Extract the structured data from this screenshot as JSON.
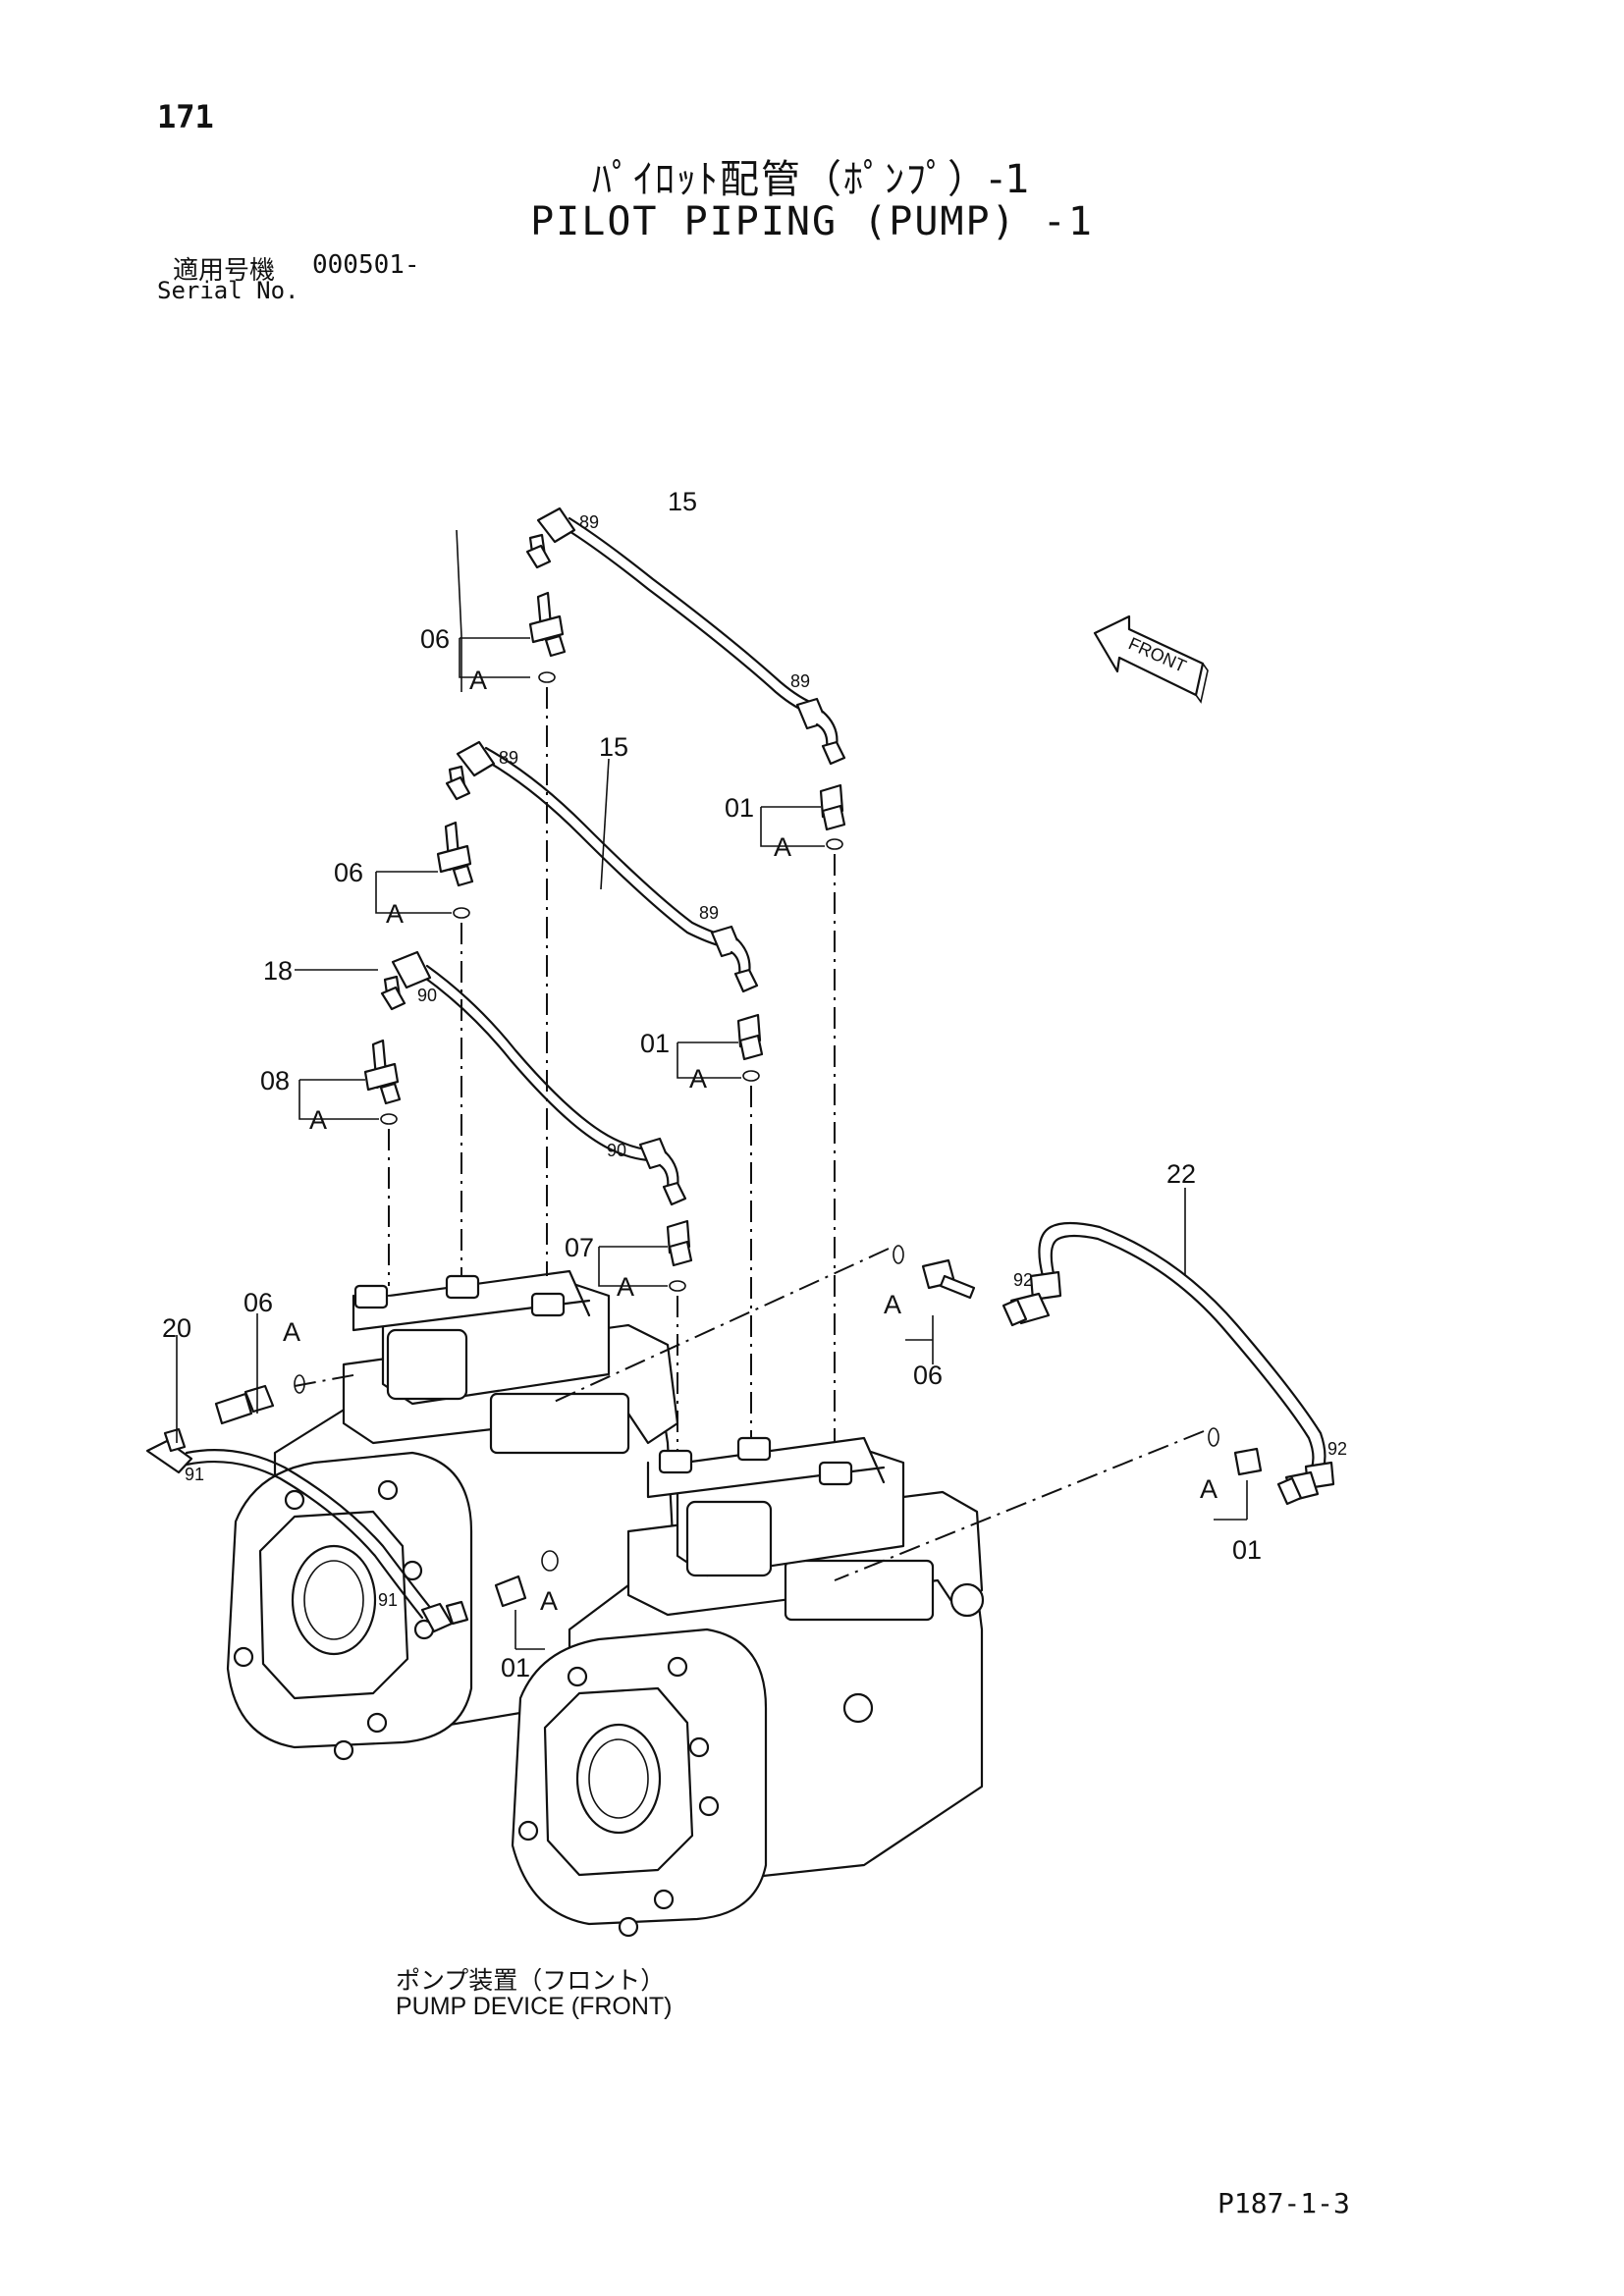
{
  "header": {
    "page_number": "171",
    "title_jp": "ﾊﾟｲﾛｯﾄ配管（ﾎﾟﾝﾌﾟ）-1",
    "title_en": "PILOT PIPING (PUMP) -1",
    "serial_label_jp": "適用号機",
    "serial_value": "000501-",
    "serial_label_en": "Serial No."
  },
  "diagram": {
    "front_arrow_text": "FRONT",
    "part_labels": {
      "p15a": "15",
      "p15b": "15",
      "p22": "22",
      "p18": "18",
      "p20": "20",
      "p06a": "06",
      "p06b": "06",
      "p06c": "06",
      "p06d": "06",
      "p01a": "01",
      "p01b": "01",
      "p01c": "01",
      "p01d": "01",
      "p08": "08",
      "p07": "07"
    },
    "sub_labels": {
      "s89a": "89",
      "s89b": "89",
      "s89c": "89",
      "s89d": "89",
      "s90a": "90",
      "s90b": "90",
      "s91a": "91",
      "s91b": "91",
      "s92a": "92",
      "s92b": "92"
    },
    "ref_mark": "A"
  },
  "caption": {
    "jp": "ポンプ装置（フロント）",
    "en": "PUMP  DEVICE  (FRONT)"
  },
  "footer": {
    "page_code": "P187-1-3"
  }
}
